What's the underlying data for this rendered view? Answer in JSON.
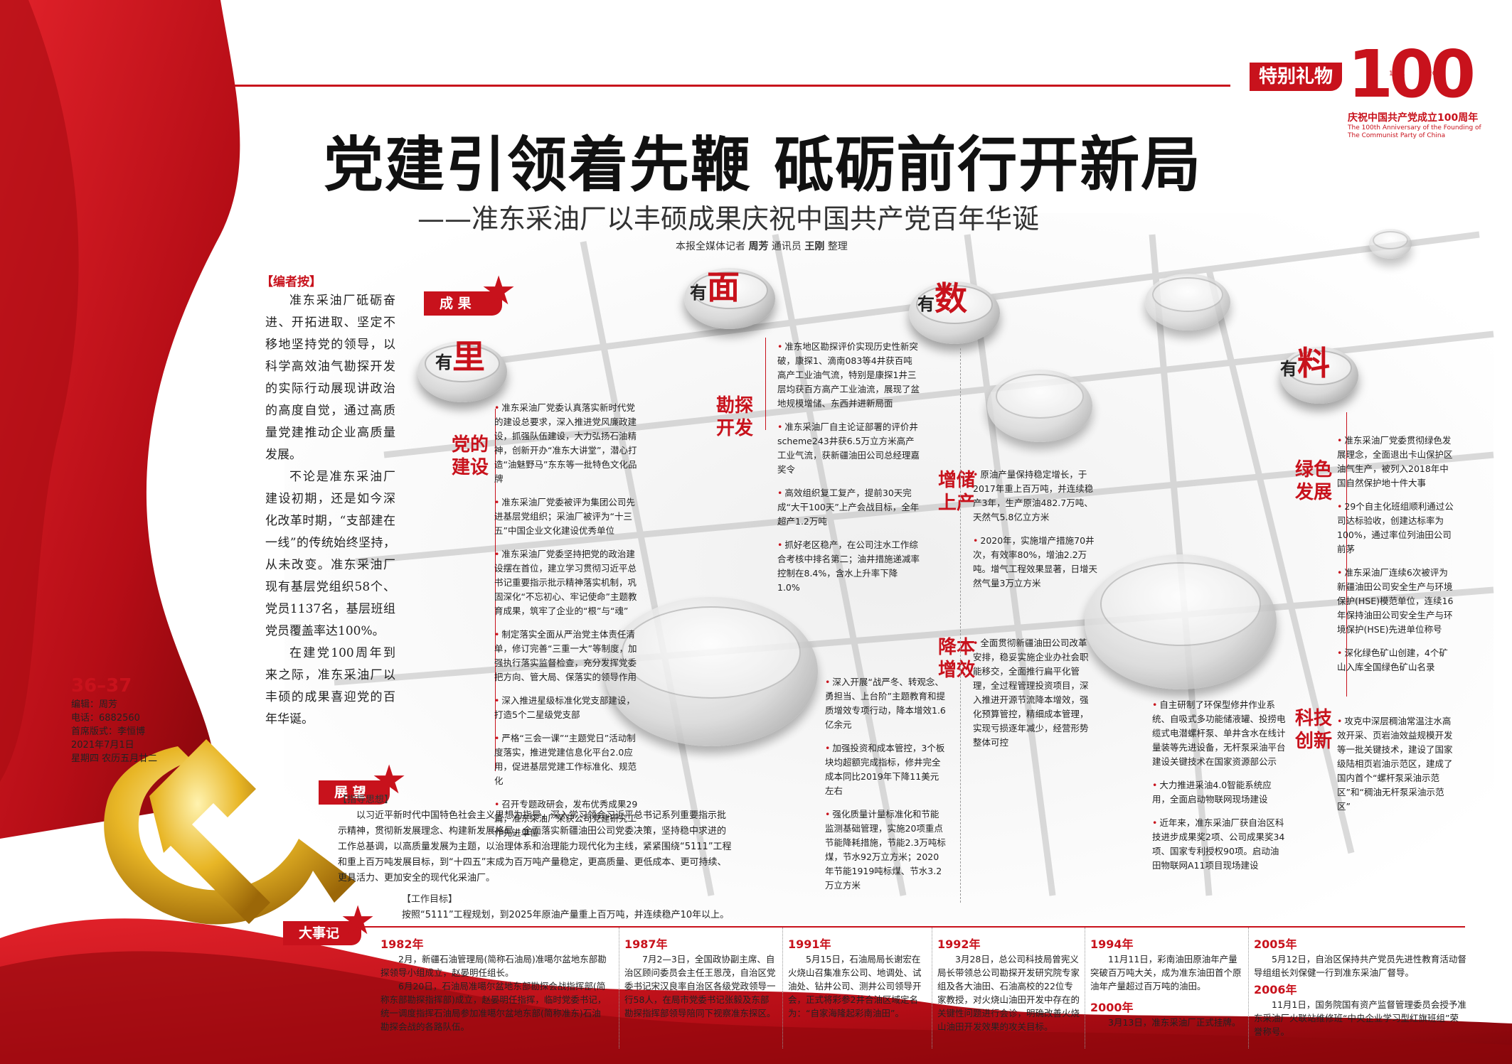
{
  "header": {
    "badge": "特别礼物",
    "anniversary": {
      "big": "100",
      "year_start": "1921",
      "year_end": "2021",
      "cn": "庆祝中国共产党成立100周年",
      "en": "The 100th Anniversary of the Founding of The Communist Party of China"
    }
  },
  "title": "党建引领着先鞭  砥砺前行开新局",
  "subtitle": "——准东采油厂以丰硕成果庆祝中国共产党百年华诞",
  "byline": {
    "pre": "本报全媒体记者",
    "reporter": "周芳",
    "mid": "通讯员",
    "correspondent": "王刚",
    "post": "整理"
  },
  "editor_note": {
    "heading": "【编者按】",
    "paragraphs": [
      "准东采油厂砥砺奋进、开拓进取、坚定不移地坚持党的领导，以科学高效油气勘探开发的实际行动展现讲政治的高度自觉，通过高质量党建推动企业高质量发展。",
      "不论是准东采油厂建设初期，还是如今深化改革时期，“支部建在一线”的传统始终坚持，从未改变。准东采油厂现有基层党组织58个、党员1137名，基层班组党员覆盖率达100%。",
      "在建党100周年到来之际，准东采油厂以丰硕的成果喜迎党的百年华诞。"
    ]
  },
  "page_info": {
    "pages": "36–37",
    "lines": [
      "编辑：周芳",
      "电话：6882560",
      "首席版式：李恒博",
      "2021年7月1日",
      "星期四  农历五月廿二"
    ]
  },
  "sections": {
    "chengguo": "成 果",
    "zhanwang": "展 望",
    "dashiji": "大事记"
  },
  "pieces": {
    "li": {
      "you": "有",
      "ch": "里",
      "label": "党的建设"
    },
    "mian": {
      "you": "有",
      "ch": "面",
      "label": "勘探开发"
    },
    "shu": {
      "you": "有",
      "ch": "数",
      "label1": "增储上产",
      "label2": "降本增效"
    },
    "liao": {
      "you": "有",
      "ch": "料",
      "label1": "绿色发展",
      "label2": "科技创新"
    }
  },
  "col_party": [
    "准东采油厂党委认真落实新时代党的建设总要求，深入推进党风廉政建设，抓强队伍建设，大力弘扬石油精神，创新开办“准东大讲堂”，潜心打造“油魅野马”东东等一批特色文化品牌",
    "准东采油厂党委被评为集团公司先进基层党组织；采油厂被评为“十三五”中国企业文化建设优秀单位",
    "准东采油厂党委坚持把党的政治建设摆在首位，建立学习贯彻习近平总书记重要指示批示精神落实机制，巩固深化“不忘初心、牢记使命”主题教育成果，筑牢了企业的“根”与“魂”",
    "制定落实全面从严治党主体责任清单，修订完善“三重一大”等制度，加强执行落实监督检查，充分发挥党委把方向、管大局、保落实的领导作用",
    "深入推进星级标准化党支部建设，打造5个二星级党支部",
    "严格“三会一课”“主题党日”活动制度落实，推进党建信息化平台2.0应用，促进基层党建工作标准化、规范化",
    "召开专题政研会，发布优秀成果29篇，准东采油厂荣获公司党建研究工作先进单位"
  ],
  "col_explore": [
    "准东地区勘探评价实现历史性新突破，康探1、滴南083等4井获百吨高产工业油气流，特别是康探1井三层均获百方高产工业油流，展现了盆地规模增储、东西并进新局面",
    "准东采油厂自主论证部署的评价井scheme243井获6.5万立方米高产工业气流，获新疆油田公司总经理嘉奖令",
    "高效组织复工复产，提前30天完成“大干100天”上产会战目标，全年超产1.2万吨",
    "抓好老区稳产，在公司注水工作综合考核中排名第二；油井措施递减率控制在8.4%，含水上升率下降1.0%"
  ],
  "col_cost": [
    "深入开展“战严冬、转观念、勇担当、上台阶”主题教育和提质增效专项行动，降本增效1.6亿余元",
    "加强投资和成本管控，3个板块均超额完成指标，修井完全成本同比2019年下降11美元左右",
    "强化质量计量标准化和节能监测基础管理，实施20项重点节能降耗措施，节能2.3万吨标煤，节水92万立方米；2020年节能1919吨标煤、节水3.2万立方米"
  ],
  "col_reserve": [
    "原油产量保持稳定增长，于2017年重上百万吨，并连续稳产3年，生产原油482.7万吨、天然气5.8亿立方米",
    "2020年，实施增产措施70井次，有效率80%，增油2.2万吨。增气工程效果显著，日增天然气量3万立方米"
  ],
  "col_cost2": [
    "全面贯彻新疆油田公司改革安排，稳妥实施企业办社会职能移交，全面推行扁平化管理，全过程管理投资项目，深入推进开源节流降本增效，强化预算管控，精细成本管理，实现亏损逐年减少，经营形势整体可控"
  ],
  "col_green": [
    "准东采油厂党委贯彻绿色发展理念，全面退出卡山保护区油气生产，被列入2018年中国自然保护地十件大事",
    "29个自主化班组顺利通过公司达标验收，创建达标率为100%，通过率位列油田公司前茅",
    "准东采油厂连续6次被评为新疆油田公司安全生产与环境保护(HSE)模范单位，连续16年保持油田公司安全生产与环境保护(HSE)先进单位称号",
    "深化绿色矿山创建，4个矿山入库全国绿色矿山名录"
  ],
  "col_tech_left": [
    "自主研制了环保型修井作业系统、自吸式多功能储液罐、投捞电缆式电潜螺杆泵、单井含水在线计量装等先进设备，无杆泵采油平台建设关键技术在国家资源部公示",
    "大力推进采油4.0智能系统应用，全面启动物联网现场建设",
    "近年来，准东采油厂获自治区科技进步成果奖2项、公司成果奖34项、国家专利授权90项。启动油田物联网A11项目现场建设"
  ],
  "col_tech_right": [
    "攻克中深层稠油常温注水高效开采、页岩油效益规模开发等一批关键技术，建设了国家级陆相页岩油示范区，建成了国内首个“螺杆泵采油示范区”和“稠油无杆泵采油示范区”"
  ],
  "zhanwang": {
    "h1": "【指导思想】",
    "t1": "以习近平新时代中国特色社会主义思想为指导，深入学习领会习近平总书记系列重要指示批示精神，贯彻新发展理念、构建新发展格局，全面落实新疆油田公司党委决策，坚持稳中求进的工作总基调，以高质量发展为主题，以治理体系和治理能力现代化为主线，紧紧围绕“5111”工程和重上百万吨发展目标，到“十四五”末成为百万吨产量稳定，更高质量、更低成本、更可持续、更具活力、更加安全的现代化采油厂。",
    "h2": "【工作目标】",
    "t2": "按照“5111”工程规划，到2025年原油产量重上百万吨，并连续稳产10年以上。"
  },
  "events": [
    {
      "year": "1982年",
      "text": "2月，新疆石油管理局(简称石油局)准噶尔盆地东部勘探领导小组成立，赵晏明任组长。"
    },
    {
      "year": "",
      "text": "6月20日，石油局准噶尔盆地东部勘探会战指挥部(简称东部勘探指挥部)成立，赵晏明任指挥，临时党委书记，统一调度指挥石油局参加准噶尔盆地东部(简称准东)石油勘探会战的各路队伍。"
    },
    {
      "year": "1987年",
      "text": "7月2—3日，全国政协副主席、自治区顾问委员会主任王恩茂，自治区党委书记宋汉良率自治区各级党政领导一行58人，在局市党委书记张毅及东部勘探指挥部领导陪同下视察准东探区。"
    },
    {
      "year": "1991年",
      "text": "5月15日，石油局局长谢宏在火烧山召集准东公司、地调处、试油处、钻井公司、测井公司领导开会，正式将彩参2井合油区域定名为：“自家海隆起彩南油田”。"
    },
    {
      "year": "1992年",
      "text": "3月28日，总公司科技局曾宪义局长带领总公司勘探开发研究院专家组及各大油田、石油高校的22位专家教授，对火烧山油田开发中存在的关键性问题进行会诊，明确改善火烧山油田开发效果的攻关目标。"
    },
    {
      "year": "1994年",
      "text": "11月11日，彩南油田原油年产量突破百万吨大关，成为准东油田首个原油年产量超过百万吨的油田。"
    },
    {
      "year": "2000年",
      "text": "3月13日，准东采油厂正式挂牌。"
    },
    {
      "year": "2005年",
      "text": "5月12日，自治区保持共产党员先进性教育活动督导组组长刘保健一行到准东采油厂督导。"
    },
    {
      "year": "2006年",
      "text": "11月1日，国务院国有资产监督管理委员会授予准东采油厂火联站维修班“中央企业学习型红旗班组”荣誉称号。"
    }
  ]
}
